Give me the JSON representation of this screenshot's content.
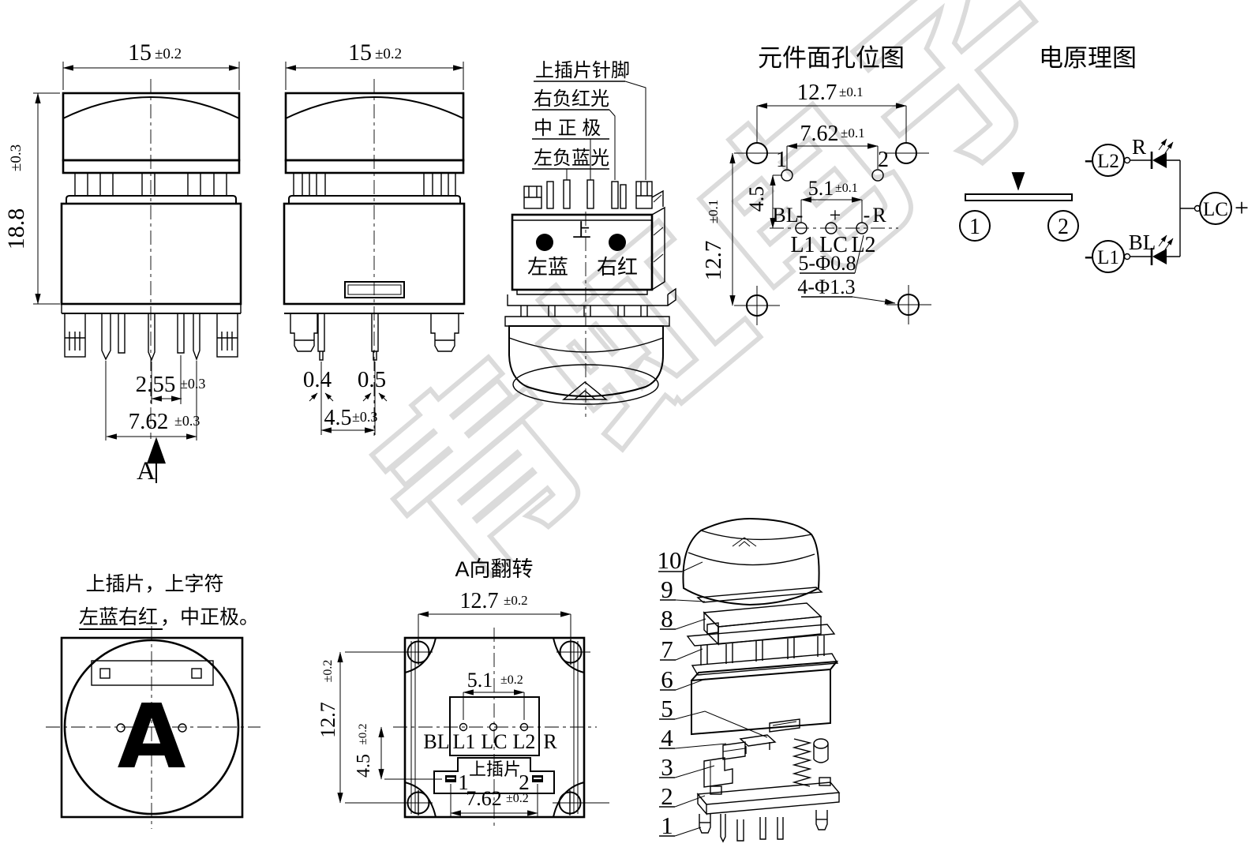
{
  "watermark": {
    "text": "青虹电子"
  },
  "front_view": {
    "dim_width": {
      "v": "15",
      "t": "±0.2"
    },
    "dim_height": {
      "v": "18.8",
      "t": "±0.3"
    },
    "dim_pitch": {
      "v": "2.55",
      "t": "±0.3"
    },
    "dim_span": {
      "v": "7.62",
      "t": "±0.3"
    },
    "section_label": "A"
  },
  "side_view": {
    "dim_width": {
      "v": "15",
      "t": "±0.2"
    },
    "dim_pin_left": "0.4",
    "dim_pin_center": "0.5",
    "dim_span": {
      "v": "4.5",
      "t": "±0.3"
    }
  },
  "rear_view": {
    "notes": [
      "上插片针脚",
      "右负红光",
      "中 正 极",
      "左负蓝光"
    ],
    "orient_label": "上",
    "left_led_label": "左蓝",
    "right_led_label": "右红"
  },
  "hole_map": {
    "title": "元件面孔位图",
    "dim_outer_w": {
      "v": "12.7",
      "t": "±0.1"
    },
    "dim_inner_w": {
      "v": "7.62",
      "t": "±0.1"
    },
    "dim_height": {
      "v": "12.7",
      "t": "±0.1"
    },
    "dim_top": "4.5",
    "dim_led": {
      "v": "5.1",
      "t": "±0.1"
    },
    "pin1": "1",
    "pin2": "2",
    "bl": "BL",
    "minus_left": "-",
    "plus": "+",
    "minus_right": "-",
    "r": "R",
    "l1": "L1",
    "lc": "LC",
    "l2": "L2",
    "note_small_holes": "5-Φ0.8",
    "note_big_holes": "4-Φ1.3"
  },
  "schematic": {
    "title": "电原理图",
    "contact1": "1",
    "contact2": "2",
    "l2": "L2",
    "l1": "L1",
    "lc": "LC",
    "r": "R",
    "bl": "BL",
    "minus_top": "-",
    "minus_bottom": "-",
    "plus": "+"
  },
  "marking_note": {
    "line1": "上插片，上字符",
    "line2_u": "左蓝右红",
    "line2_rest": "，中正极。"
  },
  "face_view": {
    "letter": "A"
  },
  "flip_view": {
    "title": "A向翻转",
    "dim_width": {
      "v": "12.7",
      "t": "±0.2"
    },
    "dim_led": {
      "v": "5.1",
      "t": "±0.2"
    },
    "dim_height": {
      "v": "12.7",
      "t": "±0.2"
    },
    "dim_tab": {
      "v": "4.5",
      "t": "±0.2"
    },
    "dim_pins": {
      "v": "7.62",
      "t": "±0.2"
    },
    "bl": "BL",
    "l1": "L1",
    "lc": "LC",
    "l2": "L2",
    "r": "R",
    "tab_label": "上插片",
    "tab1": "1",
    "tab2": "2"
  },
  "exploded": {
    "items": [
      "10",
      "9",
      "8",
      "7",
      "6",
      "5",
      "4",
      "3",
      "2",
      "1"
    ]
  }
}
